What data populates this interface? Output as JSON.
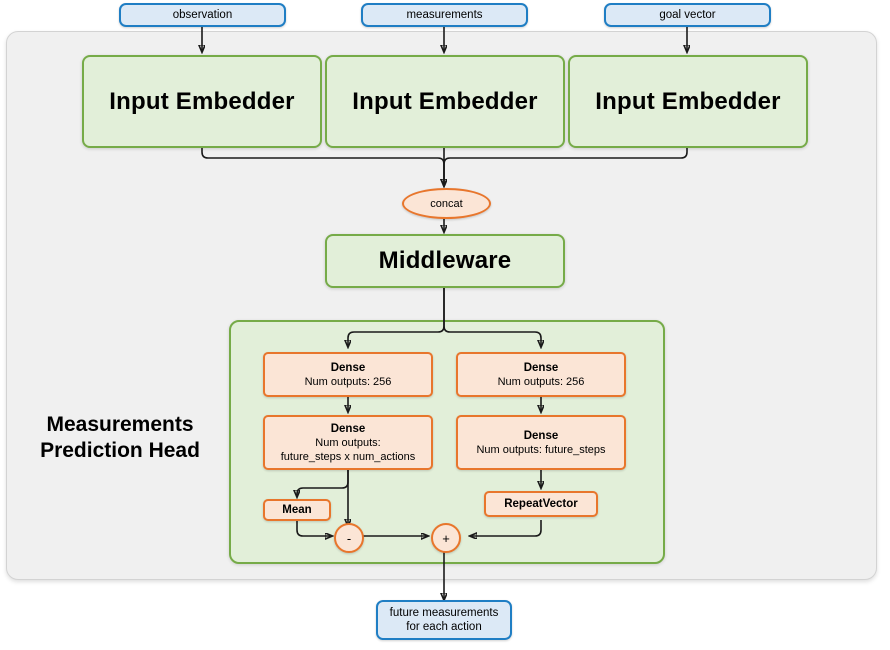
{
  "diagram": {
    "title": "Measurements Prediction Head network diagram",
    "colors": {
      "blue_border": "#1f7ec4",
      "blue_fill": "#dce9f6",
      "green_border": "#76ab48",
      "green_fill": "#e2efd9",
      "orange_border": "#e8762c",
      "orange_fill": "#fbe5d6",
      "container_fill": "#f0f0f0",
      "container_border": "#d3d3d3",
      "wire": "#1a1a1a"
    }
  },
  "inputs": [
    {
      "label": "observation"
    },
    {
      "label": "measurements"
    },
    {
      "label": "goal vector"
    }
  ],
  "embedders": [
    {
      "label": "Input Embedder"
    },
    {
      "label": "Input Embedder"
    },
    {
      "label": "Input Embedder"
    }
  ],
  "concat": {
    "label": "concat"
  },
  "middleware": {
    "label": "Middleware"
  },
  "head": {
    "title_line1": "Measurements",
    "title_line2": "Prediction Head",
    "left_branch": {
      "dense1": {
        "title": "Dense",
        "line1": "Num outputs: 256"
      },
      "dense2": {
        "title": "Dense",
        "line1": "Num outputs:",
        "line2": "future_steps x num_actions"
      },
      "mean": {
        "title": "Mean"
      },
      "operator": {
        "symbol": "-"
      }
    },
    "right_branch": {
      "dense1": {
        "title": "Dense",
        "line1": "Num outputs: 256"
      },
      "dense2": {
        "title": "Dense",
        "line1": "Num outputs: future_steps"
      },
      "repeat_vector": {
        "title": "RepeatVector"
      }
    },
    "merge_operator": {
      "symbol": "+"
    }
  },
  "output": {
    "line1": "future measurements",
    "line2": "for each action"
  }
}
